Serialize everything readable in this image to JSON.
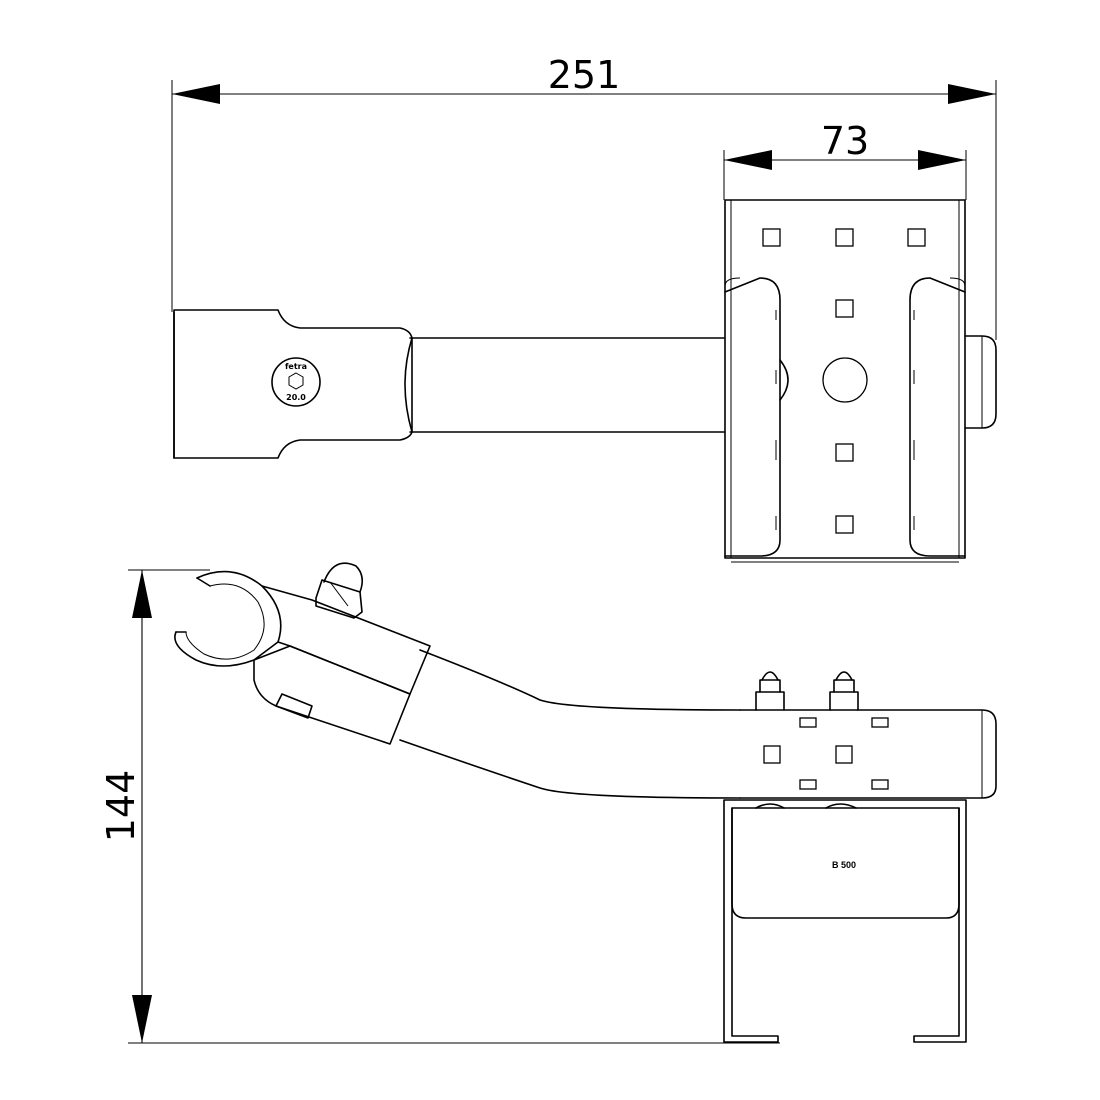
{
  "dimensions": {
    "overall_length": "251",
    "clamp_width": "73",
    "overall_height": "144"
  },
  "labels": {
    "plate_marking": "B 500",
    "logo_text": "fetra",
    "logo_sub": "20.0"
  },
  "colors": {
    "line": "#000000",
    "background": "#ffffff"
  },
  "icons": {
    "logo": "hex-bolt-logo-icon"
  }
}
